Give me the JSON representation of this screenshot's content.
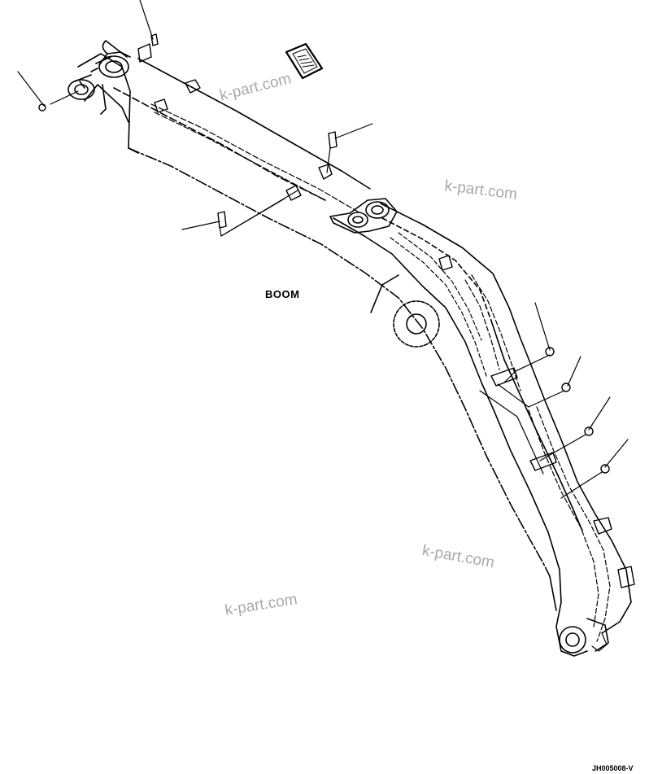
{
  "diagram": {
    "part_label": "BOOM",
    "drawing_code": "JH005008-V"
  },
  "watermarks": [
    "k-part.com",
    "k-part.com",
    "k-part.com",
    "k-part.com"
  ],
  "colors": {
    "line": "#000000",
    "watermark": "#a9a9a9",
    "background": "#ffffff"
  }
}
